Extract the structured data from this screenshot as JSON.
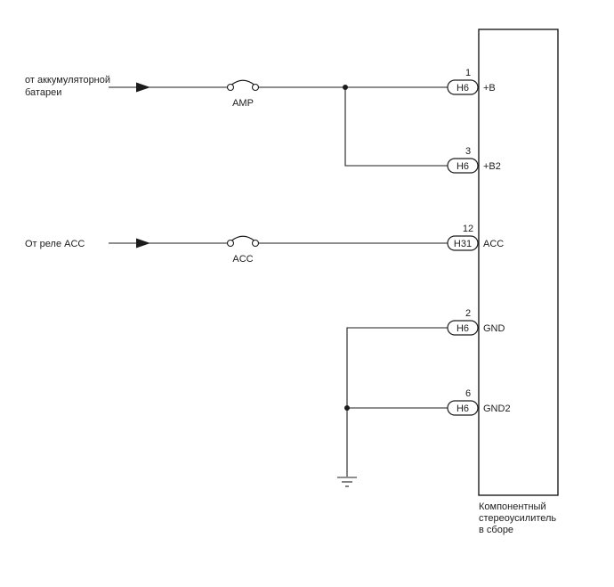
{
  "diagram": {
    "sources": [
      {
        "label_line1": "от аккумуляторной",
        "label_line2": "батареи",
        "fuse": "AMP"
      },
      {
        "label_line1": "От реле ACC",
        "label_line2": "",
        "fuse": "ACC"
      }
    ],
    "pins": [
      {
        "number": "1",
        "connector": "H6",
        "signal": "+B"
      },
      {
        "number": "3",
        "connector": "H6",
        "signal": "+B2"
      },
      {
        "number": "12",
        "connector": "H31",
        "signal": "ACC"
      },
      {
        "number": "2",
        "connector": "H6",
        "signal": "GND"
      },
      {
        "number": "6",
        "connector": "H6",
        "signal": "GND2"
      }
    ],
    "component": {
      "line1": "Компонентный",
      "line2": "стереоусилитель",
      "line3": "в сборе"
    },
    "colors": {
      "line": "#1c1c1c",
      "background": "#ffffff"
    }
  }
}
